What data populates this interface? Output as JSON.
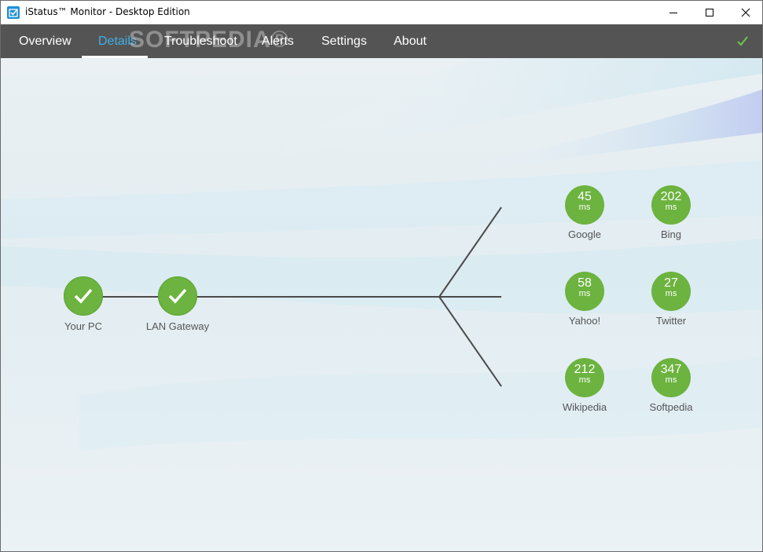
{
  "window": {
    "title": "iStatus™ Monitor - Desktop Edition"
  },
  "menu": {
    "tabs": [
      {
        "label": "Overview"
      },
      {
        "label": "Details"
      },
      {
        "label": "Troubleshoot"
      },
      {
        "label": "Alerts"
      },
      {
        "label": "Settings"
      },
      {
        "label": "About"
      }
    ],
    "active_tab": "Details",
    "watermark": "SOFTPEDIA®",
    "status_icon": "checkmark-icon"
  },
  "colors": {
    "menu_bg": "#545454",
    "active_tab": "#3fb0e6",
    "node_green": "#6cb33f",
    "line": "#4a4a4a"
  },
  "local_nodes": [
    {
      "label": "Your PC",
      "icon": "checkmark-icon"
    },
    {
      "label": "LAN Gateway",
      "icon": "checkmark-icon"
    }
  ],
  "services": [
    {
      "name": "Google",
      "ping": "45",
      "unit": "ms"
    },
    {
      "name": "Bing",
      "ping": "202",
      "unit": "ms"
    },
    {
      "name": "Yahoo!",
      "ping": "58",
      "unit": "ms"
    },
    {
      "name": "Twitter",
      "ping": "27",
      "unit": "ms"
    },
    {
      "name": "Wikipedia",
      "ping": "212",
      "unit": "ms"
    },
    {
      "name": "Softpedia",
      "ping": "347",
      "unit": "ms"
    }
  ]
}
